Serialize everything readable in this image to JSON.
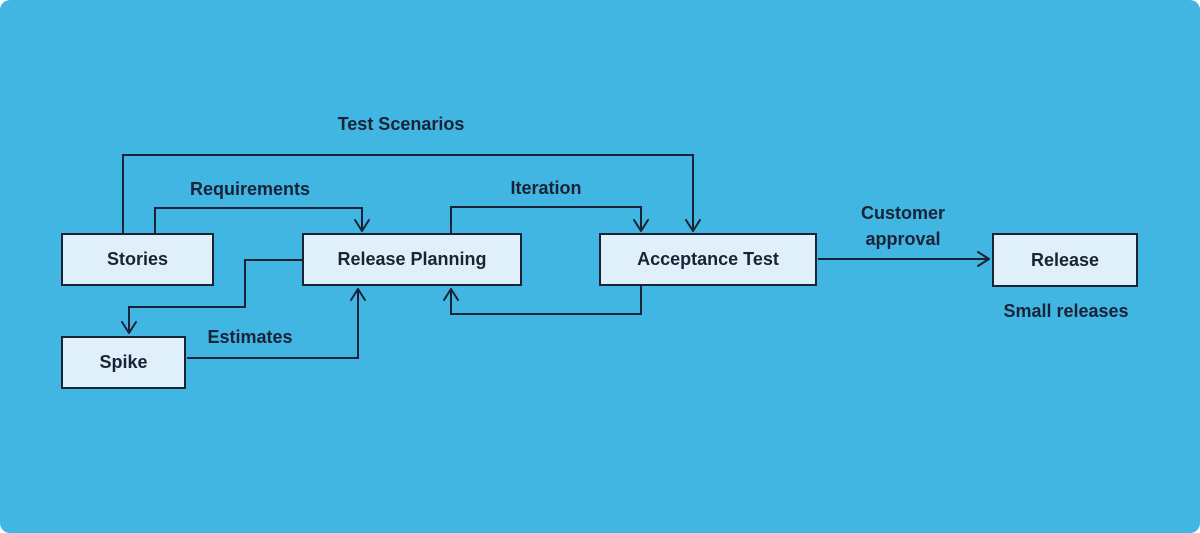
{
  "diagram": {
    "colors": {
      "background": "#41B6E3",
      "node_fill": "#DFF0FA",
      "node_border": "#1A2235",
      "line": "#1A2235",
      "text": "#1A2235"
    },
    "nodes": {
      "stories": {
        "label": "Stories"
      },
      "release_planning": {
        "label": "Release Planning"
      },
      "acceptance_test": {
        "label": "Acceptance Test"
      },
      "release": {
        "label": "Release"
      },
      "spike": {
        "label": "Spike"
      }
    },
    "edge_labels": {
      "test_scenarios": "Test Scenarios",
      "requirements": "Requirements",
      "iteration": "Iteration",
      "customer_approval": "Customer approval",
      "estimates": "Estimates",
      "small_releases": "Small releases"
    },
    "edges": [
      {
        "from": "Stories",
        "to": "Acceptance Test",
        "label": "Test Scenarios"
      },
      {
        "from": "Stories",
        "to": "Release Planning",
        "label": "Requirements"
      },
      {
        "from": "Release Planning",
        "to": "Acceptance Test",
        "label": "Iteration"
      },
      {
        "from": "Acceptance Test",
        "to": "Release Planning",
        "label": ""
      },
      {
        "from": "Release Planning",
        "to": "Spike",
        "label": ""
      },
      {
        "from": "Spike",
        "to": "Release Planning",
        "label": "Estimates"
      },
      {
        "from": "Acceptance Test",
        "to": "Release",
        "label": "Customer approval"
      },
      {
        "from": "Release",
        "to": "",
        "label": "Small releases"
      }
    ]
  }
}
